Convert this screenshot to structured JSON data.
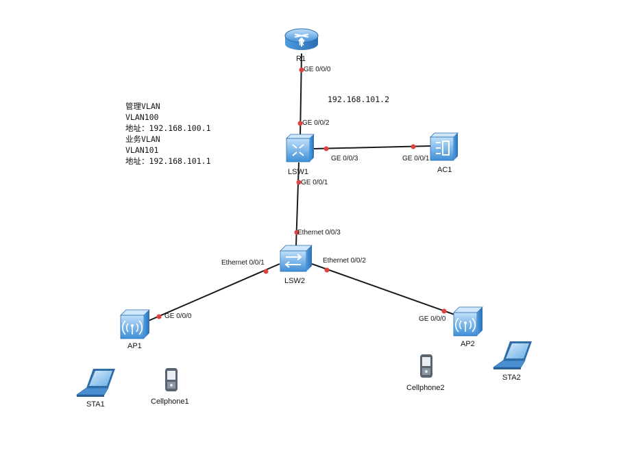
{
  "devices": {
    "r1": "R1",
    "lsw1": "LSW1",
    "ac1": "AC1",
    "lsw2": "LSW2",
    "ap1": "AP1",
    "ap2": "AP2",
    "sta1": "STA1",
    "sta2": "STA2",
    "cellphone1": "Cellphone1",
    "cellphone2": "Cellphone2"
  },
  "ports": {
    "r1_ge000": "GE 0/0/0",
    "lsw1_ge002": "GE 0/0/2",
    "lsw1_ge003": "GE 0/0/3",
    "ac1_ge001": "GE 0/0/1",
    "lsw1_ge001": "GE 0/0/1",
    "lsw2_eth003": "Ethernet 0/0/3",
    "lsw2_eth001": "Ethernet 0/0/1",
    "lsw2_eth002": "Ethernet 0/0/2",
    "ap1_ge000": "GE 0/0/0",
    "ap2_ge000": "GE 0/0/0"
  },
  "annotations": {
    "r1_ip": "192.168.101.2",
    "vlan_info": [
      "管理VLAN",
      "VLAN100",
      "地址：192.168.100.1",
      "业务VLAN",
      "VLAN101",
      "地址：192.168.101.1"
    ]
  },
  "colors": {
    "link": "#1a1a1a",
    "port_dot": "#e04040",
    "device_blue": "#3f8fd8",
    "device_light": "#9cc9f0"
  }
}
